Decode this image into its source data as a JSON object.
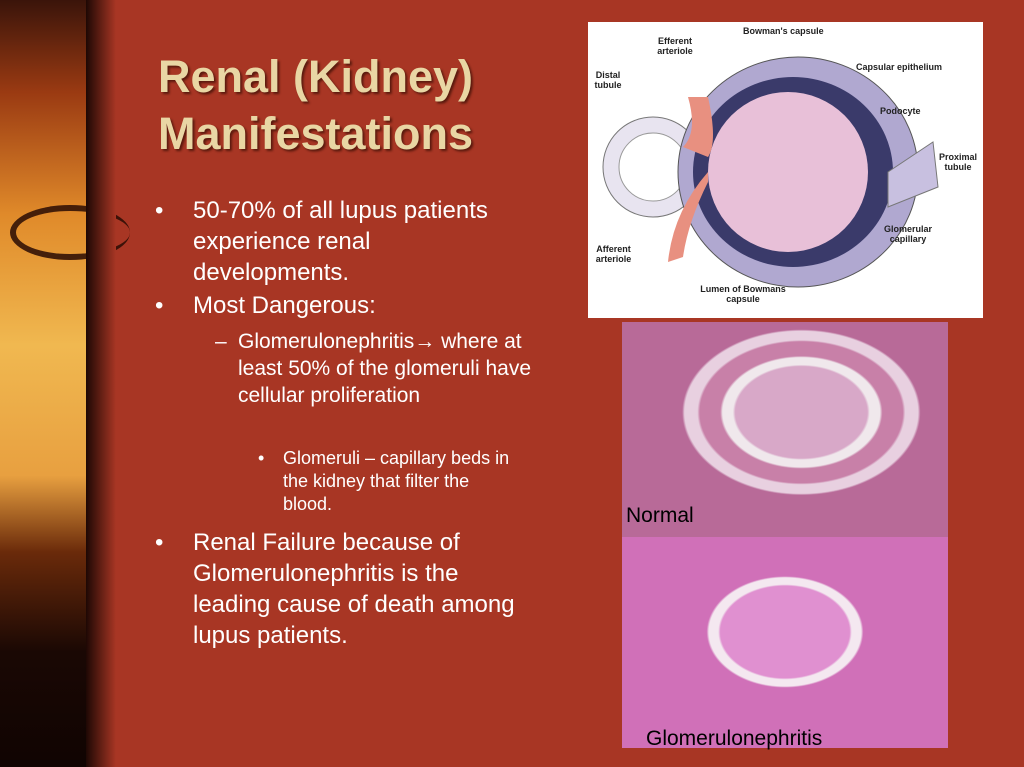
{
  "title_lines": [
    "Renal (Kidney)",
    "Manifestations"
  ],
  "bullets": [
    {
      "marker": "•",
      "text": "50-70% of all lupus patients experience renal developments."
    },
    {
      "marker": "•",
      "text": "Most Dangerous:"
    },
    {
      "marker": "–",
      "text": "Glomerulonephritis→ where at least 50% of the glomeruli have cellular proliferation"
    },
    {
      "marker": "•",
      "text": "Glomeruli – capillary beds in the kidney that filter the blood."
    },
    {
      "marker": "•",
      "text": "Renal Failure because of Glomerulonephritis is the leading cause of death among lupus patients."
    }
  ],
  "diagram_labels": {
    "bowman": "Bowman's capsule",
    "efferent": "Efferent arteriole",
    "distal": "Distal tubule",
    "capsular": "Capsular epithelium",
    "podocyte": "Podocyte",
    "proximal": "Proximal tubule",
    "glomerular": "Glomerular capillary",
    "afferent": "Afferent arteriole",
    "lumen": "Lumen of Bowmans capsule"
  },
  "micro_labels": {
    "normal": "Normal",
    "glom": "Glomerulonephritis"
  },
  "colors": {
    "background": "#a83624",
    "title": "#e9d6a4",
    "text": "#ffffff"
  }
}
